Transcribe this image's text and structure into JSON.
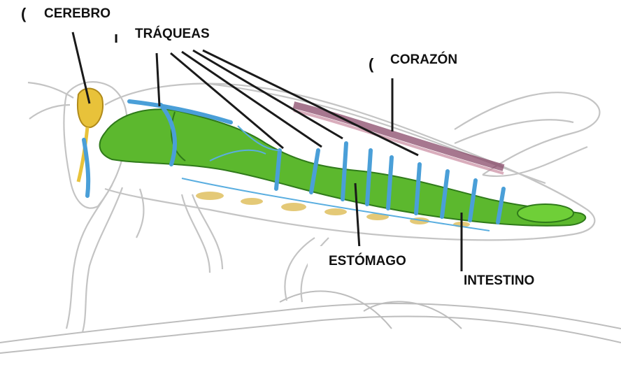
{
  "diagram": {
    "labels": {
      "cerebro": "CEREBRO",
      "traqueas": "TRÁQUEAS",
      "corazon": "CORAZÓN",
      "estomago": "ESTÓMAGO",
      "intestino": "INTESTINO"
    },
    "colors": {
      "body_outline": "#c8c8c8",
      "brain": "#e8c23a",
      "trachea": "#4a9fd8",
      "digestive": "#5cb82e",
      "heart": "#8a4a6a",
      "fat_body": "#e0c060",
      "leader_line": "#1a1a1a"
    }
  }
}
